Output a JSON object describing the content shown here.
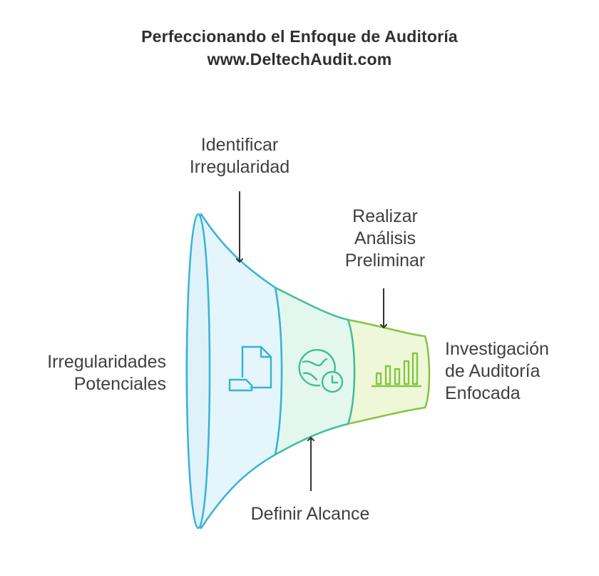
{
  "title": {
    "line1": "Perfeccionando el Enfoque de Auditoría",
    "line2": "www.DeltechAudit.com"
  },
  "labels": {
    "identify": "Identificar\nIrregularidad",
    "analysis": "Realizar\nAnálisis\nPreliminar",
    "potential": "Irregularidades\nPotenciales",
    "focused": "Investigación\nde Auditoría\nEnfocada",
    "scope": "Definir Alcance"
  },
  "colors": {
    "stage1_fill": "#e4f5fb",
    "stage1_stroke": "#37b3d6",
    "stage2_fill": "#e4f7ee",
    "stage2_stroke": "#3fbf9a",
    "stage3_fill": "#eef8d8",
    "stage3_stroke": "#86c440",
    "arrow": "#333333"
  },
  "icons": {
    "stage1": "document-icon",
    "stage2": "globe-clock-icon",
    "stage3": "bar-chart-icon"
  }
}
